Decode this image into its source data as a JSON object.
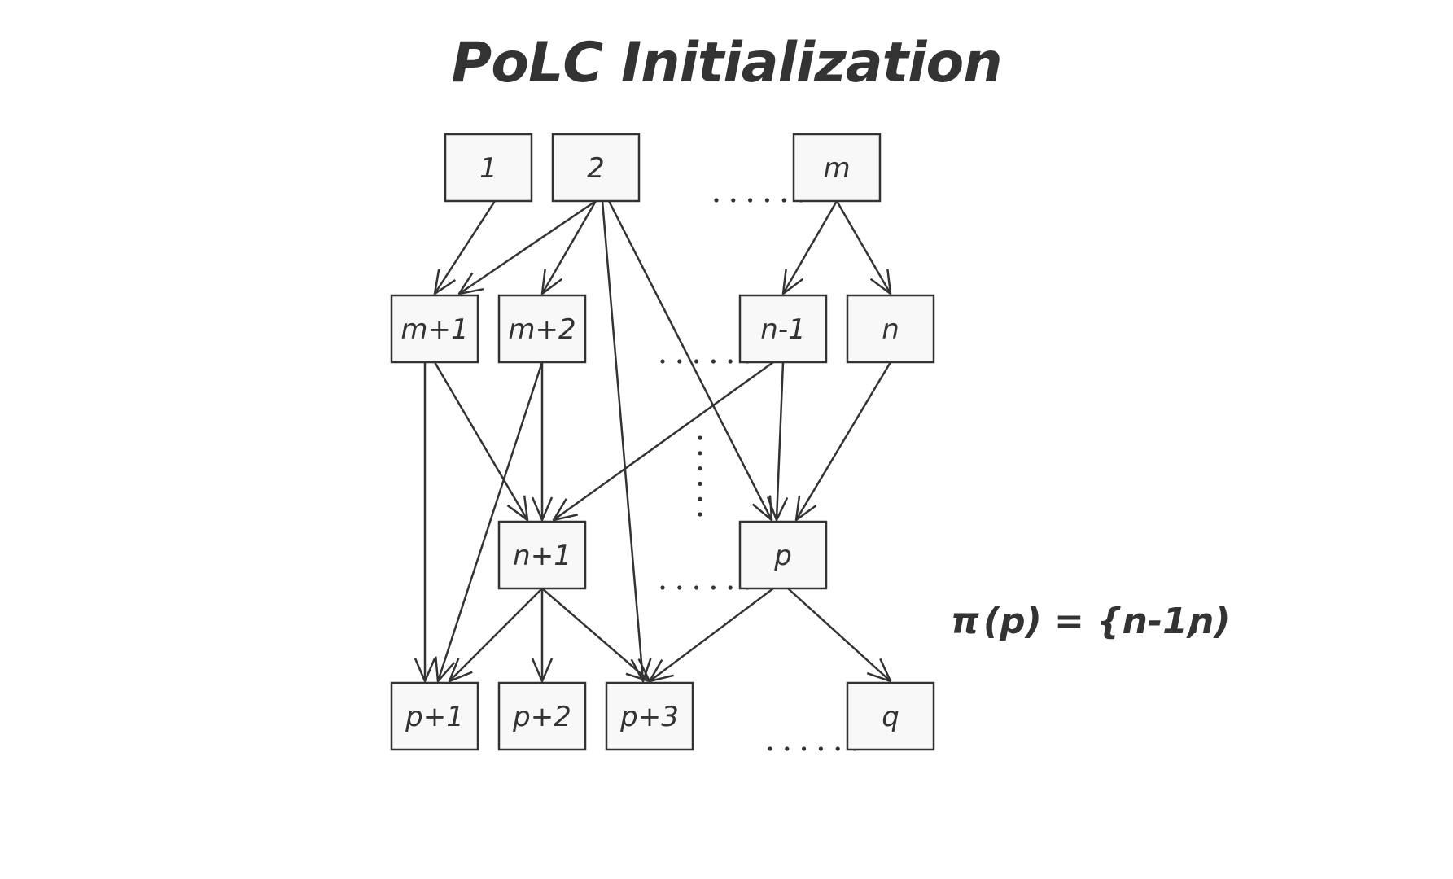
{
  "title": "PoLC Initialization",
  "colors": {
    "stroke": "#333333",
    "node_fill": "#f8f8f8",
    "background": "#ffffff"
  },
  "nodes": [
    {
      "id": "1",
      "label": "1"
    },
    {
      "id": "2",
      "label": "2"
    },
    {
      "id": "m",
      "label": "m"
    },
    {
      "id": "m1",
      "label": "m+1"
    },
    {
      "id": "m2",
      "label": "m+2"
    },
    {
      "id": "n_1",
      "label": "n-1"
    },
    {
      "id": "n",
      "label": "n"
    },
    {
      "id": "n1",
      "label": "n+1"
    },
    {
      "id": "p",
      "label": "p"
    },
    {
      "id": "p1",
      "label": "p+1"
    },
    {
      "id": "p2",
      "label": "p+2"
    },
    {
      "id": "p3",
      "label": "p+3"
    },
    {
      "id": "q",
      "label": "q"
    }
  ],
  "edges": [
    {
      "from": "1",
      "to": "m1"
    },
    {
      "from": "2",
      "to": "m1"
    },
    {
      "from": "2",
      "to": "m2"
    },
    {
      "from": "2",
      "to": "p3"
    },
    {
      "from": "2",
      "to": "p"
    },
    {
      "from": "m",
      "to": "n_1"
    },
    {
      "from": "m",
      "to": "n"
    },
    {
      "from": "m1",
      "to": "p1"
    },
    {
      "from": "m1",
      "to": "n1"
    },
    {
      "from": "m2",
      "to": "n1"
    },
    {
      "from": "m2",
      "to": "p1"
    },
    {
      "from": "n_1",
      "to": "n1"
    },
    {
      "from": "n_1",
      "to": "p"
    },
    {
      "from": "n",
      "to": "p"
    },
    {
      "from": "n1",
      "to": "p1"
    },
    {
      "from": "n1",
      "to": "p2"
    },
    {
      "from": "n1",
      "to": "p3"
    },
    {
      "from": "p",
      "to": "p3"
    },
    {
      "from": "p",
      "to": "q"
    }
  ],
  "formula": {
    "pi": "π",
    "arg": "(p) = {n-1,",
    "last": "n)"
  }
}
